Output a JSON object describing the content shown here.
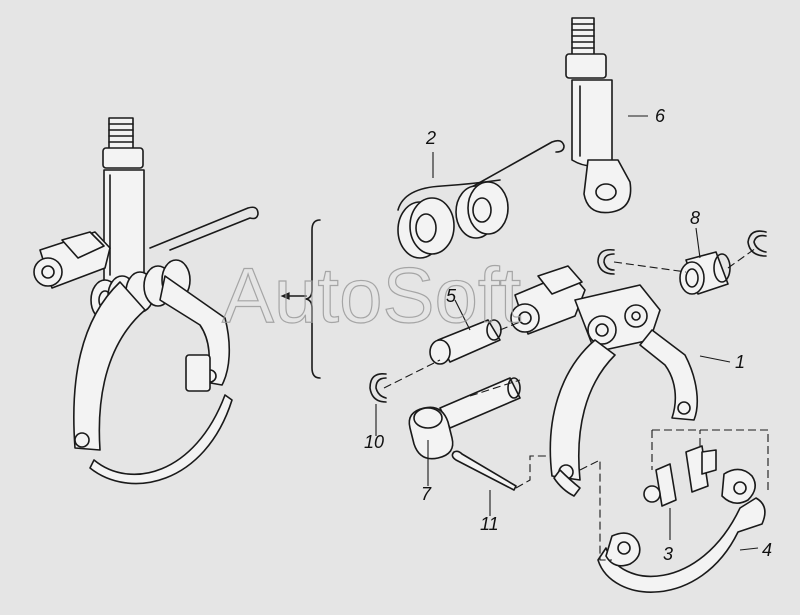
{
  "watermark": "AutoSoft",
  "callouts": [
    {
      "id": "1",
      "label": "1"
    },
    {
      "id": "2",
      "label": "2"
    },
    {
      "id": "3",
      "label": "3"
    },
    {
      "id": "4",
      "label": "4"
    },
    {
      "id": "5",
      "label": "5"
    },
    {
      "id": "6",
      "label": "6"
    },
    {
      "id": "7",
      "label": "7"
    },
    {
      "id": "8",
      "label": "8"
    },
    {
      "id": "10",
      "label": "10"
    },
    {
      "id": "11",
      "label": "11"
    }
  ],
  "colors": {
    "background": "#e5e5e5",
    "line": "#1a1a1a",
    "part_fill": "#f3f3f3",
    "watermark": "#9a9a9a"
  }
}
